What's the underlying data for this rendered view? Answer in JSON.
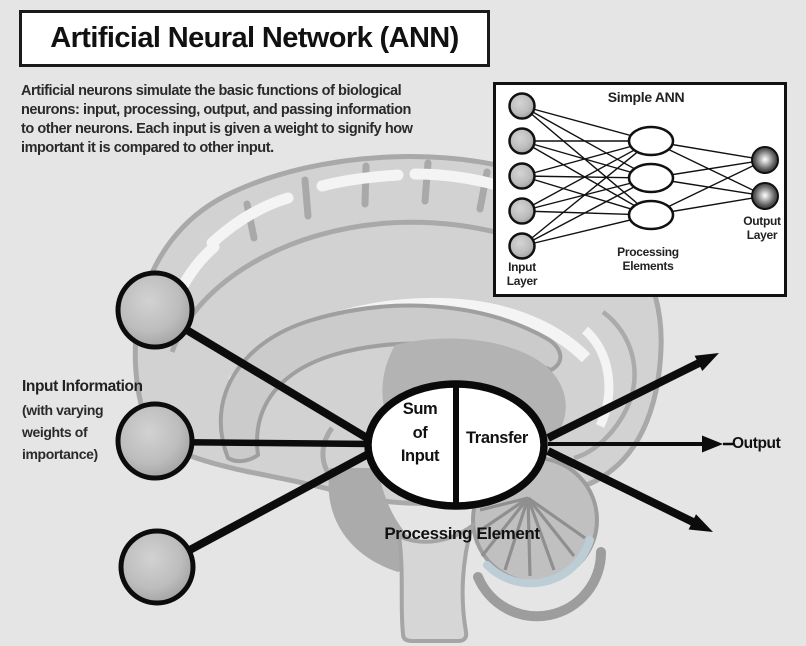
{
  "title": "Artificial Neural Network (ANN)",
  "intro": {
    "lines": [
      "Artificial neurons simulate the basic functions of biological",
      "neurons: input, processing, output, and passing information",
      "to other neurons. Each input is given a weight to signify how",
      "important it is compared to other input."
    ]
  },
  "inset": {
    "title": "Simple ANN",
    "input_layer_label": "Input Layer",
    "processing_label": "Processing Elements",
    "output_layer_label": "Output Layer",
    "input_count": 5,
    "processing_count": 3,
    "output_count": 2
  },
  "main": {
    "input_label_heading": "Input Information",
    "input_label_sub": [
      "(with varying",
      "weights of",
      "importance)"
    ],
    "sum_lines": [
      "Sum",
      "of",
      "Input"
    ],
    "transfer_label": "Transfer",
    "processing_element_label": "Processing Element",
    "output_label": "Output",
    "input_node_count": 3,
    "output_arrow_count": 3
  },
  "colors": {
    "background": "#e5e5e5",
    "ink": "#0c0c0c",
    "brain_outline": "#a9a9a9",
    "brain_fill": "#d2d2d2",
    "node_gray_edge": "#9a9a9a",
    "output_node_dark": "#2b2b2b",
    "cerebellum_accent": "#bccdd6"
  }
}
